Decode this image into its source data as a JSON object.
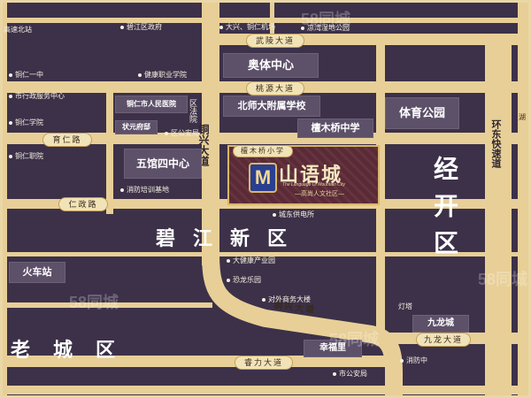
{
  "roads": {
    "wuling": "武陵大道",
    "taoyuan": "桃源大道",
    "yuren": "育仁路",
    "renzheng": "仁政路",
    "tongxing_v": "铜兴大道",
    "tongxing_c": "铜兴大道",
    "jiulong": "九龙大道",
    "huandong": "环东快速道",
    "ruili": "睿力大道"
  },
  "blocks": {
    "aoti": "奥体中心",
    "beishi": "北师大附属学校",
    "tanmuqiao_mid": "檀木桥中学",
    "tiyu_park": "体育公园",
    "wuguan": "五馆四中心",
    "hospital": "铜仁市人民医院",
    "zhuangyuan": "状元府邸",
    "train": "火车站",
    "xingfuli": "幸福里",
    "jiulongcheng": "九龙城",
    "qufayuan": "区法院"
  },
  "project": {
    "school_tag": "檀木桥小学",
    "name": "山语城",
    "en": "The Language Of Mountain City",
    "slogan": "—高尚人文社区—",
    "logo": "M"
  },
  "districts": {
    "bijiang": "碧江新区",
    "jingkai": "经开区",
    "laocheng": "老城区"
  },
  "pois": [
    "高速北站",
    "碧江区政府",
    "大兴、铜仁机场",
    "凉湾湿地公园",
    "铜仁一中",
    "健康职业学院",
    "市行政服务中心",
    "铜仁学院",
    "铜仁职院",
    "消防培训基地",
    "区公安局",
    "城东供电所",
    "大健康产业园",
    "恐龙乐园",
    "对外商务大楼",
    "灯塔",
    "消防中",
    "市公安局",
    "湖"
  ],
  "watermark": "58同城",
  "colors": {
    "background": "#3c3149",
    "road": "#e8cf97",
    "accent": "#c59f54"
  }
}
